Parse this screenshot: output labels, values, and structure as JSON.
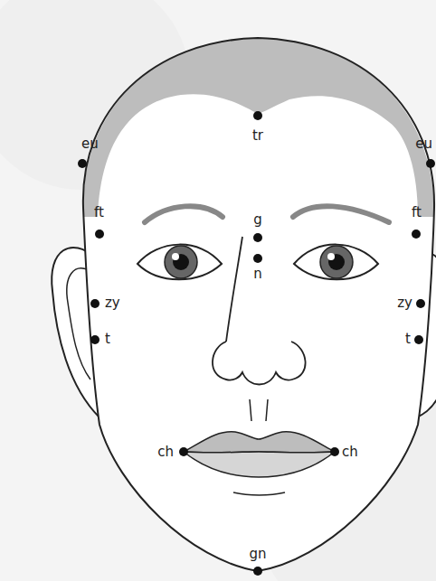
{
  "diagram": {
    "labels": [
      "tr",
      "eu",
      "eu",
      "ft",
      "g",
      "ft",
      "n",
      "zy",
      "zy",
      "t",
      "t",
      "ch",
      "ch",
      "gn"
    ]
  }
}
